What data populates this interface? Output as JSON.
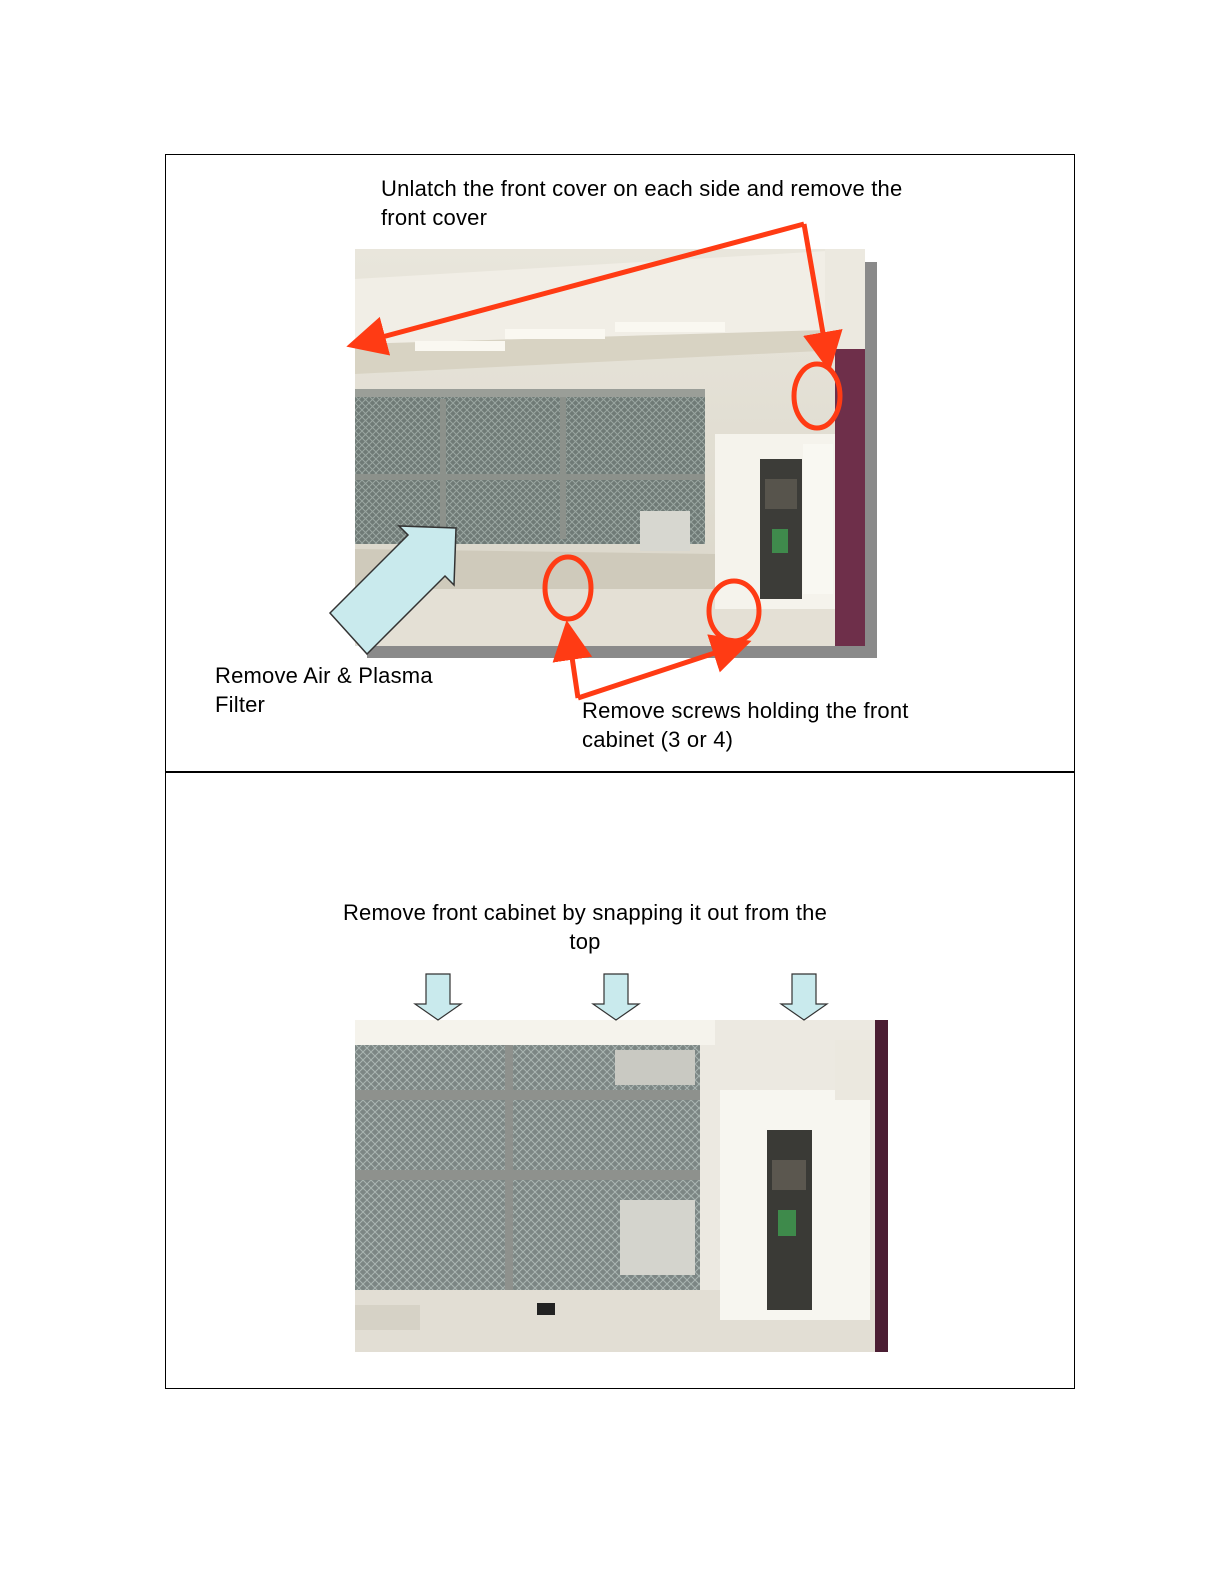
{
  "step_1": {
    "unlatch_caption": "Unlatch the front cover on each side and remove the front cover",
    "filter_caption": "Remove Air & Plasma Filter",
    "screws_caption": "Remove screws holding the front cabinet (3 or 4)"
  },
  "step_2": {
    "snap_caption": "Remove front cabinet by snapping it out from the top"
  },
  "colors": {
    "callout_red": "#ff3b14",
    "arrow_fill": "#c9eaed",
    "frame": "#000000"
  }
}
